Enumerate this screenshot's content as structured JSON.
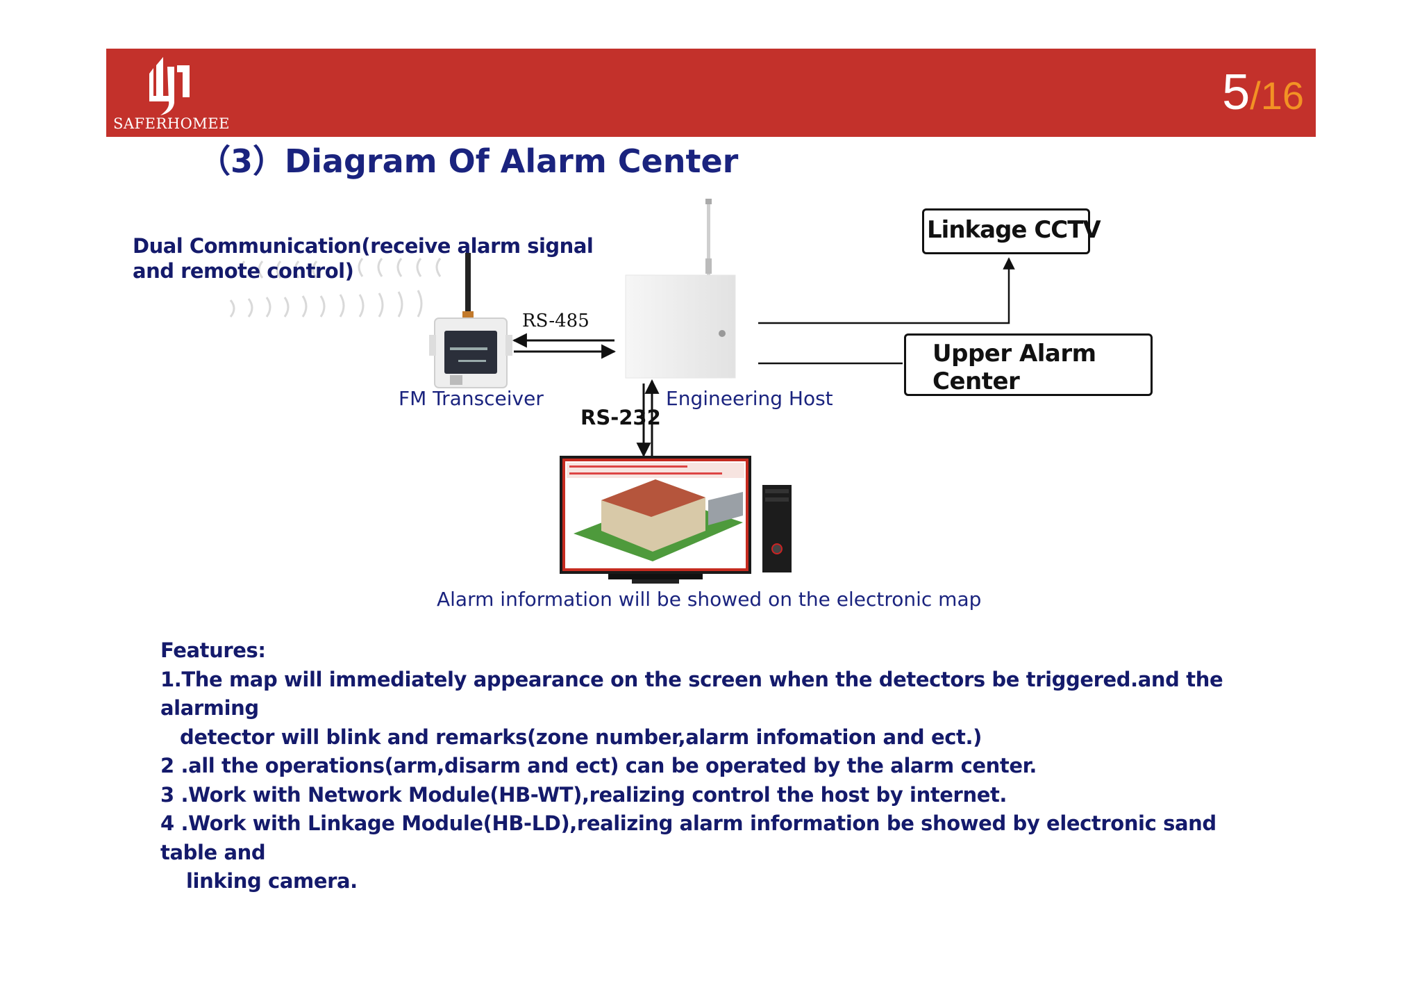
{
  "header": {
    "brand": "SAFERHOMEE",
    "page_current": "5",
    "page_total": "/16"
  },
  "title": "（3）Diagram Of Alarm Center",
  "diagram": {
    "dual_line1": "Dual Communication(receive alarm signal",
    "dual_line2": "and remote control)",
    "rs485": "RS-485",
    "rs232": "RS-232",
    "fm_label": "FM Transceiver",
    "host_label": "Engineering Host",
    "cctv": "Linkage CCTV",
    "upper_line1": "Upper Alarm",
    "upper_line2": "Center",
    "map_caption": "Alarm information will be showed on the electronic map"
  },
  "features": {
    "heading": "Features:",
    "line1a": "1.The map will immediately appearance on the screen when the detectors be triggered.and the alarming",
    "line1b": "detector will blink and remarks(zone number,alarm infomation and ect.)",
    "line2": "2 .all the operations(arm,disarm and ect) can be operated by the alarm center.",
    "line3": "3 .Work with Network Module(HB-WT),realizing control the host by internet.",
    "line4a": "4 .Work with Linkage Module(HB-LD),realizing alarm information be showed by electronic sand table and",
    "line4b": "linking camera."
  },
  "colors": {
    "banner": "#c3312b",
    "navy": "#1a237e",
    "accent_orange": "#f29224"
  }
}
